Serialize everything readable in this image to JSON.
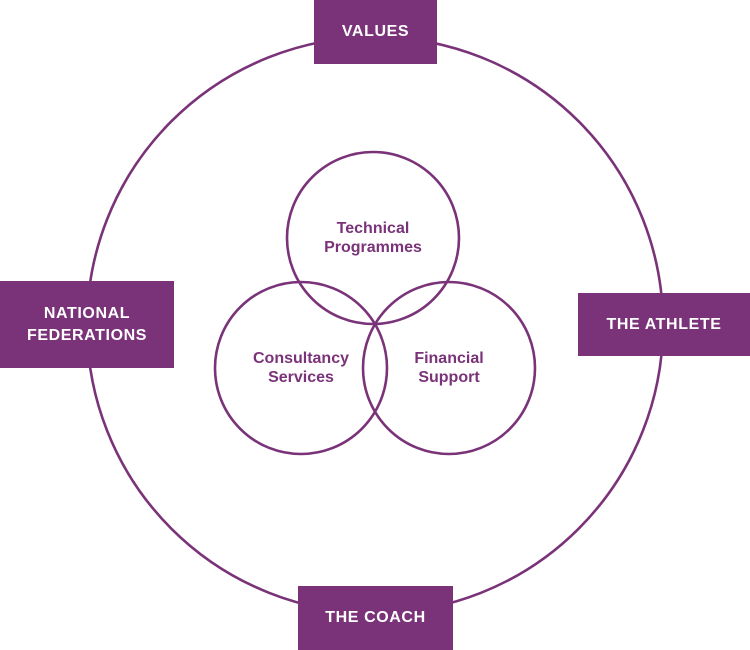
{
  "colors": {
    "accent": "#7a3379",
    "box_text": "#ffffff",
    "background": "#ffffff"
  },
  "outer_ring_labels": {
    "top": "VALUES",
    "left": "NATIONAL\nFEDERATIONS",
    "right": "THE ATHLETE",
    "bottom": "THE COACH"
  },
  "inner_circles": {
    "top": "Technical\nProgrammes",
    "left": "Consultancy\nServices",
    "right": "Financial\nSupport"
  }
}
